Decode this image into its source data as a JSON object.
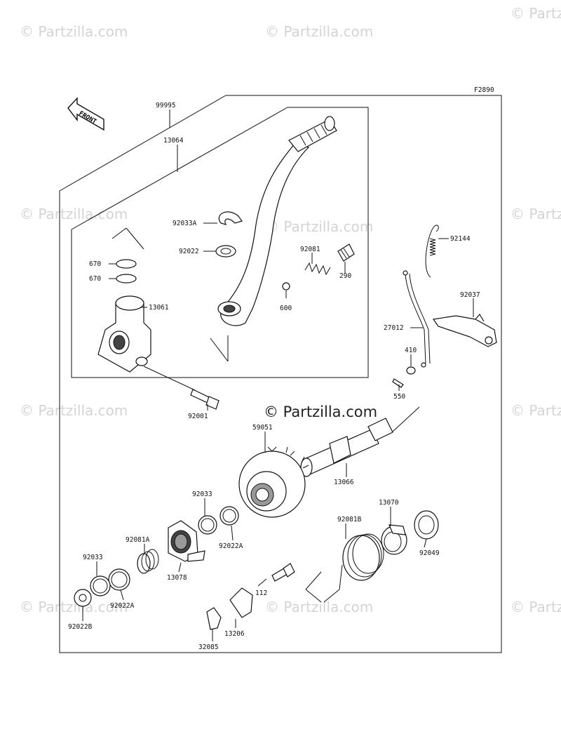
{
  "diagram": {
    "ref_code": "F2890",
    "front_label": "FRONT",
    "watermark": "© Partzilla.com",
    "parts": {
      "p99995": "99995",
      "p13064": "13064",
      "p92033A": "92033A",
      "p92022_top": "92022",
      "p92081": "92081",
      "p290": "290",
      "p600": "600",
      "p670a": "670",
      "p670b": "670",
      "p13061": "13061",
      "p92144": "92144",
      "p92037": "92037",
      "p27012": "27012",
      "p410": "410",
      "p550": "550",
      "p92001": "92001",
      "p59051": "59051",
      "p13066": "13066",
      "p92033_mid": "92033",
      "p92022A_mid": "92022A",
      "p92081A": "92081A",
      "p13078": "13078",
      "p92033_low": "92033",
      "p92022A_low": "92022A",
      "p92022B": "92022B",
      "p13070": "13070",
      "p92081B": "92081B",
      "p92049": "92049",
      "p112": "112",
      "p13206": "13206",
      "p32085": "32085"
    }
  }
}
